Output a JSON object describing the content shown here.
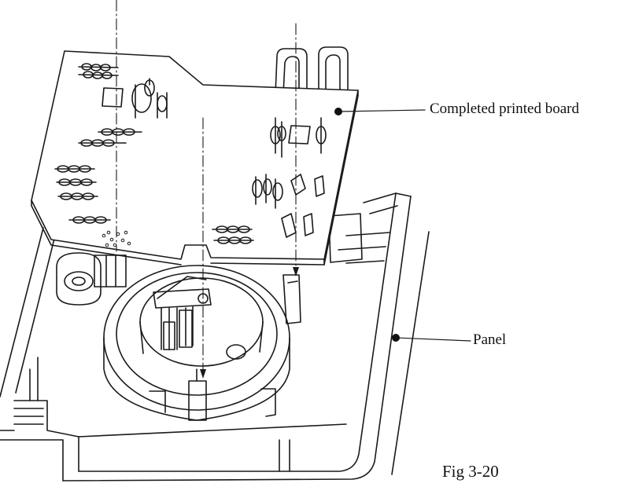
{
  "labels": {
    "board": "Completed printed board",
    "panel": "Panel"
  },
  "caption": "Fig 3-20",
  "colors": {
    "line": "#1a1a1a",
    "background": "#ffffff"
  }
}
